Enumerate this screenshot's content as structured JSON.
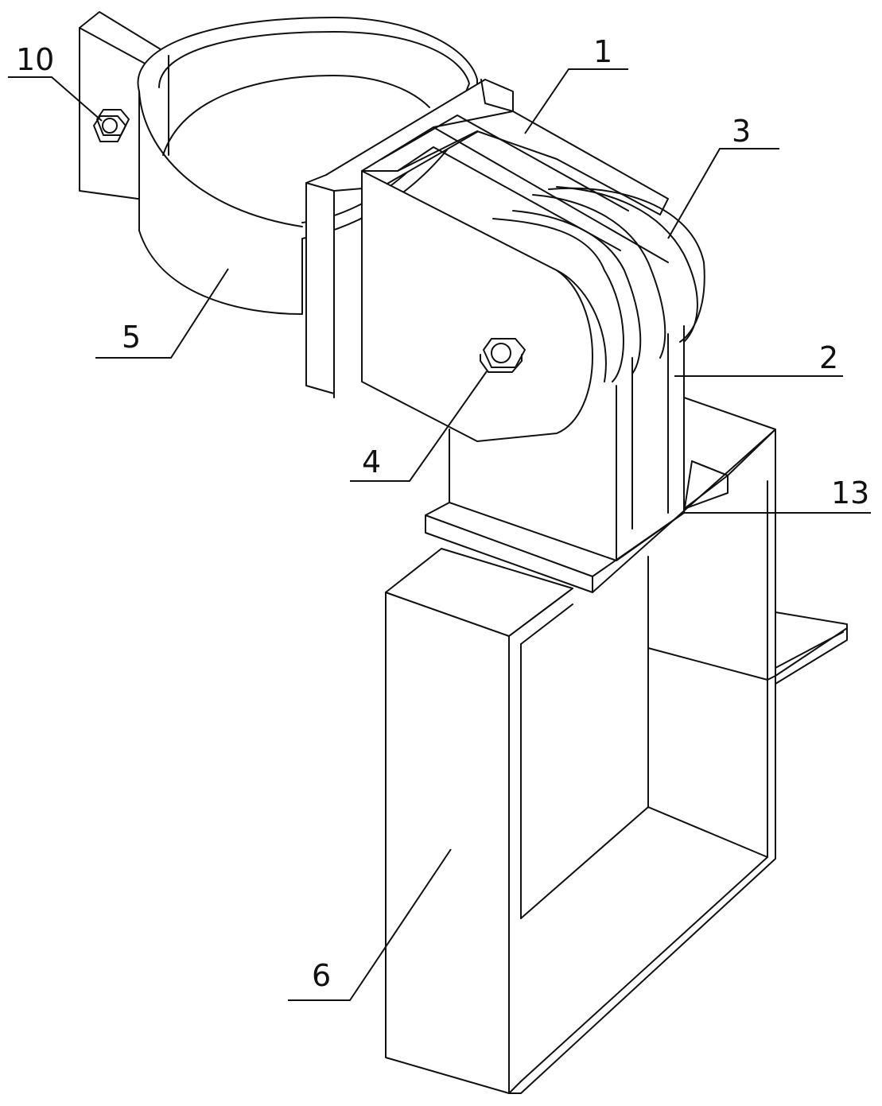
{
  "labels": {
    "part_1": "1",
    "part_2": "2",
    "part_3": "3",
    "part_4": "4",
    "part_5": "5",
    "part_6": "6",
    "part_10": "10",
    "part_13": "13"
  },
  "colors": {
    "stroke": "#111111",
    "background": "#ffffff"
  }
}
